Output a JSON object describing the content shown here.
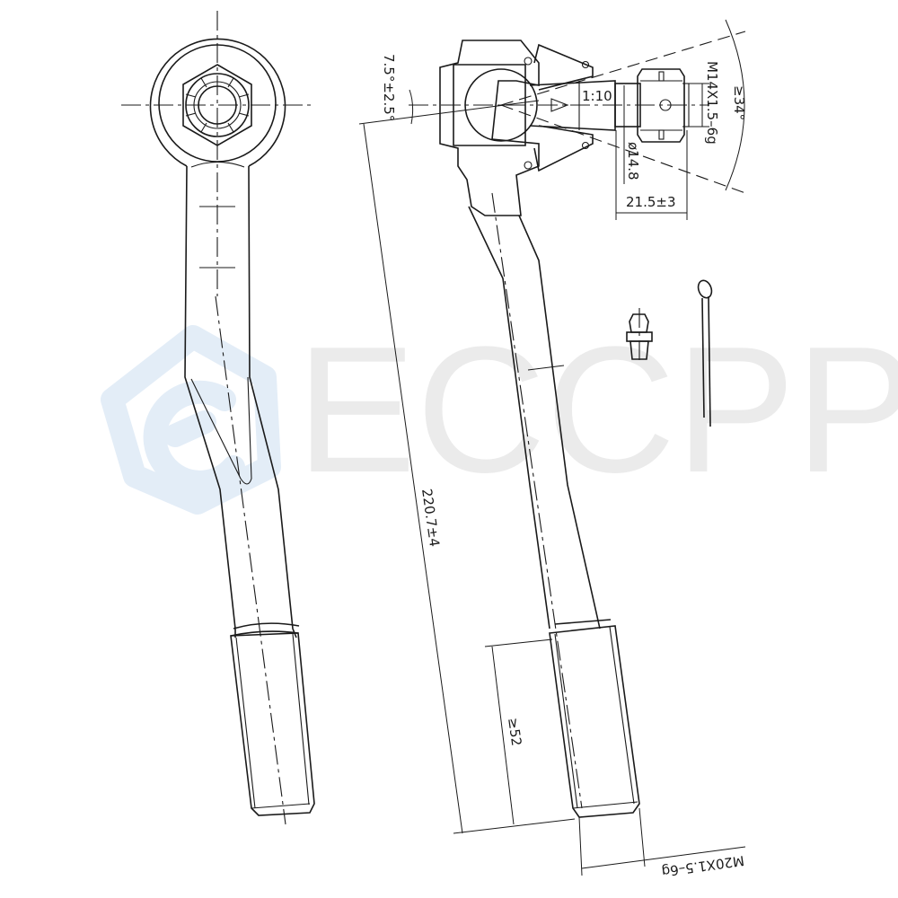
{
  "watermark": {
    "brand": "ECCPP",
    "logo_color": "#e3edf7",
    "text_color": "#ebebeb"
  },
  "drawing": {
    "subject": "tie-rod-end",
    "line_color": "#1a1a1a",
    "views": [
      "top-view",
      "side-section-view",
      "grease-fitting",
      "cotter-pin"
    ]
  },
  "dimensions": {
    "angle": "7.5°±2.5°",
    "taper": "1:10",
    "stud_thread": "M14X1.5–6g",
    "stud_diameter": "ø14.8",
    "stud_length": "21.5±3",
    "swing_angle": "≥34°",
    "overall_length": "220.7±4",
    "thread_length": "≥52",
    "shank_thread": "M20X1.5–6g"
  }
}
